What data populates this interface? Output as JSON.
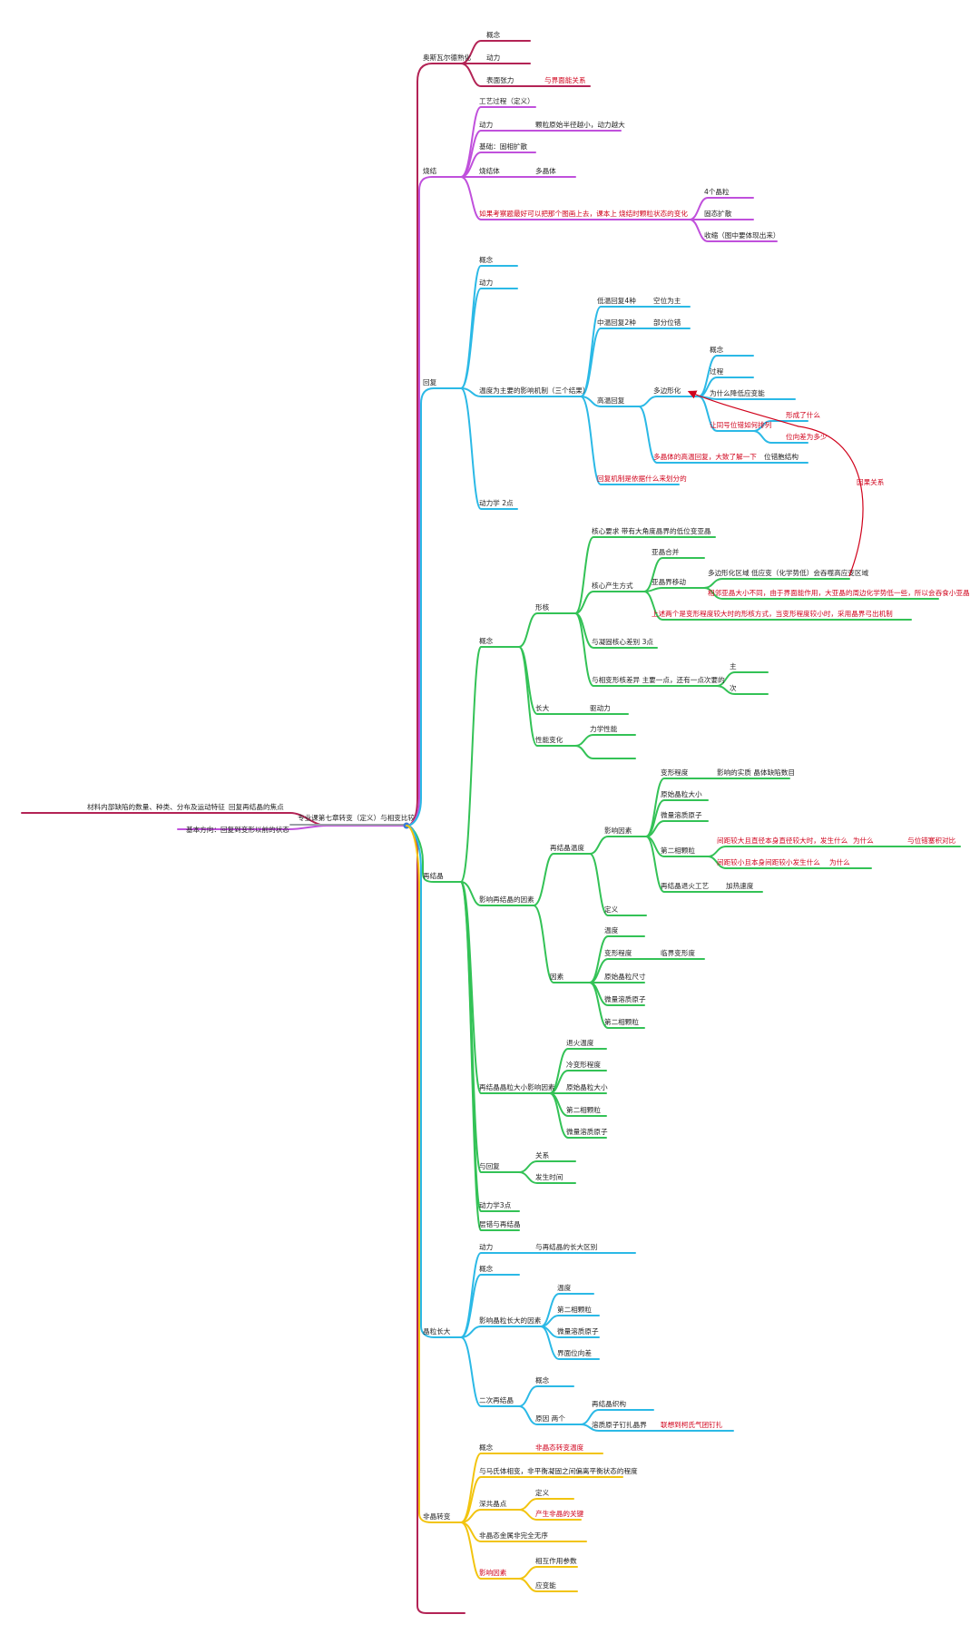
{
  "colors": {
    "purple": "#c050dc",
    "maroon": "#b32355",
    "cyan": "#2bb9e6",
    "green": "#33c256",
    "yellow": "#f2c40f",
    "grey": "#9aa0a6",
    "red": "#d0021b",
    "root_dot": "#3a7bd5"
  },
  "root": {
    "label": "专业课第七章转变（定义）与相变比较"
  },
  "left": {
    "a": "材料内部缺陷的数量、种类、分布及运动特征",
    "b": "回复再结晶的焦点",
    "c": "基本方向：回复到变形以前的状态"
  },
  "s1": {
    "label": "奥斯瓦尔德熟化",
    "c1": "概念",
    "c2": "动力",
    "c3": "表面张力",
    "c3n": "与界面能关系"
  },
  "s2": {
    "label": "烧结",
    "c1": "工艺过程（定义）",
    "c2": "动力",
    "c2n": "颗粒原始半径越小，动力越大",
    "c3": "基础：固相扩散",
    "c4": "烧结体",
    "c4n": "多晶体",
    "c5": "如果考察题最好可以把那个图画上去，课本上",
    "c5n": "烧结时颗粒状态的变化",
    "c5a": "4个晶粒",
    "c5b": "固态扩散",
    "c5c": "收缩（图中要体现出来）"
  },
  "s3": {
    "label": "回复",
    "c1": "概念",
    "c2": "动力",
    "c3": "温度为主要的影响机制（三个结果）",
    "low": "低温回复4种",
    "lowN": "空位为主",
    "mid": "中温回复2种",
    "midN": "部分位错",
    "high": "高温回复",
    "poly": "多边形化",
    "p1": "概念",
    "p2": "过程",
    "p3": "为什么降低应变能",
    "p4": "让同号位错如何排列",
    "p4a": "形成了什么",
    "p4b": "位向差为多少",
    "multi": "多晶体的高温回复，大致了解一下",
    "multiN": "位错胞结构",
    "mech": "回复机制是依据什么来划分的",
    "c4": "动力学 2点"
  },
  "s4": {
    "label": "再结晶",
    "gainian": "概念",
    "nuc": "形核",
    "nuc1": "核心要求 带有大角度晶界的低位变亚晶",
    "nuc2": "核心产生方式",
    "sub1": "亚晶合并",
    "sub2": "亚晶界移动",
    "sub2a": "多边形化区域 低应变（化学势低）会吞噬高应变区域",
    "sub2b": "相邻亚晶大小不同，由于界面能作用，大亚晶的周边化学势低一些，所以会吞食小亚晶",
    "sub3": "上述两个是变形程度较大时的形核方式，当变形程度较小时，采用晶界弓出机制",
    "nuc3": "与凝固核心差别 3点",
    "nuc4": "与相变形核差异 主要一点，还有一点次要的",
    "nuc4a": "主",
    "nuc4b": "次",
    "grow": "长大",
    "growN": "驱动力",
    "perf": "性能变化",
    "perfN": "力学性能",
    "temp": "影响再结晶的因素",
    "rt": "再结晶温度",
    "ft": "影响因素",
    "ft1": "变形程度",
    "ft1n": "影响的实质 晶体缺陷数目",
    "ft2": "原始晶粒大小",
    "ft3": "微量溶质原子",
    "ft4": "第二相颗粒",
    "ft4a": "间距较大且直径本身直径较大时，发生什么",
    "ft4aw": "为什么",
    "ft4ac": "与位错塞积对比",
    "ft4b": "间距较小且本身间距较小发生什么",
    "ft4bw": "为什么",
    "ft5": "再结晶退火工艺",
    "ft5n": "加热速度",
    "def": "定义",
    "yin": "因素",
    "y1": "温度",
    "y2": "变形程度",
    "y2n": "临界变形度",
    "y3": "原始晶粒尺寸",
    "y4": "微量溶质原子",
    "y5": "第二相颗粒",
    "size": "再结晶晶粒大小影响因素",
    "z1": "退火温度",
    "z2": "冷变形程度",
    "z3": "原始晶粒大小",
    "z4": "第二相颗粒",
    "z5": "微量溶质原子",
    "rel": "与回复",
    "rel1": "关系",
    "rel2": "发生时间",
    "kin": "动力学3点",
    "dyn": "层错与再结晶"
  },
  "s5": {
    "label": "晶粒长大",
    "d1": "动力",
    "d1n": "与再结晶的长大区别",
    "d2": "概念",
    "d3": "影响晶粒长大的因素",
    "d3a": "温度",
    "d3b": "第二相颗粒",
    "d3c": "微量溶质原子",
    "d3d": "界面位向差",
    "d4": "二次再结晶",
    "d4a": "概念",
    "d4b": "原因 两个",
    "d4b1": "再结晶织构",
    "d4b2": "溶质原子钉扎晶界",
    "d4b2n": "联想到柯氏气团钉扎"
  },
  "s6": {
    "label": "非晶转变",
    "e1": "概念",
    "e1n": "非晶态转变温度",
    "e2": "与马氏体相变，非平衡凝固之间偏离平衡状态的程度",
    "e3": "深共晶点",
    "e3a": "定义",
    "e3b": "产生非晶的关键",
    "e4": "非晶态金属非完全无序",
    "e5": "影响因素",
    "e5a": "相互作用参数",
    "e5b": "应变能"
  },
  "annotation": {
    "label": "因果关系"
  }
}
